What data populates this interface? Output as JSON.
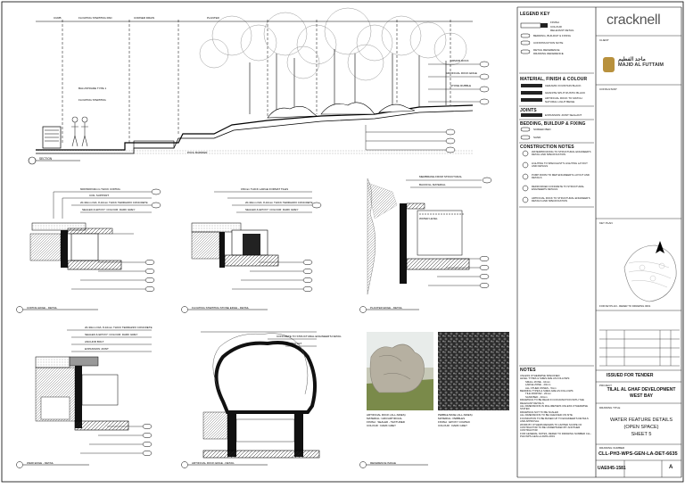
{
  "drawing": {
    "section_title": "SECTION",
    "section_labels": [
      "CURB",
      "FLOATING STEPPING PAD",
      "CORNER DRAIN",
      "PLANTER",
      "ARMOR ROCK",
      "ARTIFICIAL ROCK EDGE",
      "STONE RUBBLE",
      "BALUSTRADE TYPE 1",
      "FLOATING STEPPING",
      "POOL BARRIER"
    ],
    "detail_titles": [
      "COPING EDGE - DETAIL",
      "FLOATING STEPPING STONE EDGE - DETAIL",
      "PLANTER EDGE - DETAIL",
      "WEIR EDGE - DETAIL",
      "ARTIFICIAL ROCK EDGE - DETAIL",
      "REFERENCE IMAGE"
    ],
    "detail_notes": [
      "600X600X40mm THICK COPING",
      "COIL SUPPORT",
      "20-30mm DIA. 8-10mm THICK TERRAZZO CONCRETE",
      "SEALED & EPOXY: COLOUR: DARK GREY",
      "150mm THICK LARGE FORMAT TILES",
      "CONCRETE TO STRUCTURAL ENGINEER'S DETAIL",
      "MEMBRANE FROM STRUCTURAL",
      "BACKFILL MATERIAL",
      "ANCHOR BOLT",
      "EXPANSION JOINT",
      "DRAINAGE OUTLET",
      "WATER LEVEL"
    ],
    "ref_captions": [
      "ARTIFICIAL ROCK (ALL-SIDES)",
      "MATERIAL: GRC/ARTIFICIAL",
      "FINISH : SEALED - TEXTURED",
      "COLOUR : DARK GREY",
      "PEBBLE BASE (ALL-SIDES)",
      "MATERIAL: PEBBLES",
      "FINISH : EPOXY COATED",
      "COLOUR : DARK GREY"
    ]
  },
  "legend": {
    "title": "LEGEND KEY",
    "items": [
      "FINISH",
      "COLOUR",
      "RELEVANT DETAIL",
      "BEDDING, BUILDUP & FIXING",
      "CONSTRUCTION NOTE",
      "DETAIL REFERENCE",
      "DRAWING REFERENCE"
    ],
    "material_title": "MATERIAL, FINISH & COLOUR",
    "materials": [
      "CERAMIC FOUNTAIN BLACK",
      "GRANITE SPLIT RUSTIC BLACK",
      "ARTIFICIAL ROCK TO MATCH NATURAL LIGHT BEIGE"
    ],
    "joints_title": "JOINTS",
    "joints": [
      "EXPANSION JOINT SEALANT"
    ],
    "bedding_title": "BEDDING, BUILDUP & FIXING",
    "bedding": [
      "SCREED BED",
      "SAND"
    ],
    "cn_title": "CONSTRUCTION NOTES",
    "cn": [
      "WATERPROOFING TO STRUCTURAL ENGINEER'S DETAIL AND SPECIFICATION",
      "LIGHTING TO SPECIALIST'S LIGHTING LAYOUT AND DETAILS",
      "PUMP ROOM TO MEP ENGINEER'S LAYOUT AND DETAILS",
      "REINFORCED CONCRETE TO STRUCTURAL ENGINEER'S DETAILS",
      "ARTIFICIAL ROCK TO STRUCTURAL ENGINEER'S DETAILS AND SPECIFICATION"
    ]
  },
  "notes": {
    "title": "NOTES",
    "items": [
      "UNLESS OTHERWISE SPECIFIED:",
      "LEVEL TYPES & SIZES ARE AS FOLLOWS:",
      "SMALL ZONE - 10mm",
      "LARGE ZONE - 20mm",
      "ALL OTHER ZONES - 5mm",
      "BEDDING TYPES & SIZES ARE AS FOLLOWS:",
      "TILE MORTAR - 20mm",
      "SAND BED - 40mm",
      "DRAWINGS TO BE READ IN CONJUNCTION WITH THE RELEVANT DETAILS",
      "ALL DIMENSIONS IN MILLIMETERS UNLESS OTHERWISE STATED",
      "DRAWINGS NOT TO BE SCALED",
      "ALL DIMENSIONS TO BE CHECKED ON SITE",
      "FOUNDATION TO BE BASED UP TO ENGINEER'S DETAILS AND APPROVAL",
      "WORK BY OTHERS REFERS TO LIMITED SCOPE OF CONTRACTOR TO BE UNDERTAKEN BY ANOTHER CONTRACTOR",
      "FOR GENERAL NOTES, REFER TO DRAWING NUMBER CLL-PH3-WPS-GEN-LA-DWG-0001"
    ]
  },
  "titleblock": {
    "brand": "cracknell",
    "client_label": "CLIENT",
    "client_en": "MAJID AL FUTTAIM",
    "client_ar": "ماجد الفطيم",
    "consultant_label": "CONSULTANT",
    "keyplan_label": "KEY PLAN",
    "keyplan_caption": "FOR KEYPLAN - REFER TO DRAWING 0001",
    "status": "ISSUED FOR TENDER",
    "project_label": "PROJECT",
    "project": "TILAL AL GHAF DEVELOPMENT",
    "project2": "WEST BAY",
    "drawing_title_label": "DRAWING TITLE",
    "title1": "WATER FEATURE DETAILS",
    "title2": "(OPEN SPACE)",
    "title3": "SHEET 5",
    "dwg_no_label": "DRAWING NUMBER",
    "dwg_no": "CLL-PH3-WPS-GEN-LA-DET-6635",
    "job_no": "UAE045-1581",
    "rev": "A"
  }
}
